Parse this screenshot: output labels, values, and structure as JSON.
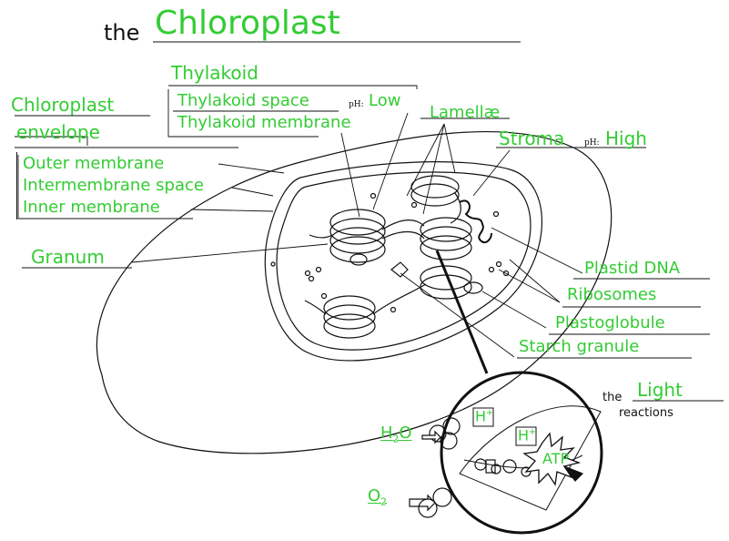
{
  "title": {
    "prefix": "the",
    "main": "Chloroplast"
  },
  "thylakoid": {
    "heading": "Thylakoid",
    "space": "Thylakoid space",
    "ph_label": "pH:",
    "ph_value": "Low",
    "membrane": "Thylakoid membrane"
  },
  "envelope": {
    "heading_line1": "Chloroplast",
    "heading_line2": "envelope",
    "outer": "Outer membrane",
    "intermembrane": "Intermembrane space",
    "inner": "Inner membrane"
  },
  "lamellae": "Lamellæ",
  "stroma": {
    "label": "Stroma",
    "ph_label": "pH:",
    "ph_value": "High"
  },
  "granum": "Granum",
  "right_labels": {
    "plastid_dna": "Plastid DNA",
    "ribosomes": "Ribosomes",
    "plastoglobule": "Plastoglobule",
    "starch": "Starch granule"
  },
  "light_reactions": {
    "prefix": "the",
    "word": "Light",
    "suffix": "reactions"
  },
  "inset": {
    "h_plus": "H",
    "plus": "+",
    "water_h": "H",
    "water_2": "2",
    "water_o": "O",
    "oxygen_o": "O",
    "oxygen_2": "2",
    "atp": "ATP"
  },
  "colors": {
    "accent": "#33cc33",
    "line": "#111111"
  }
}
